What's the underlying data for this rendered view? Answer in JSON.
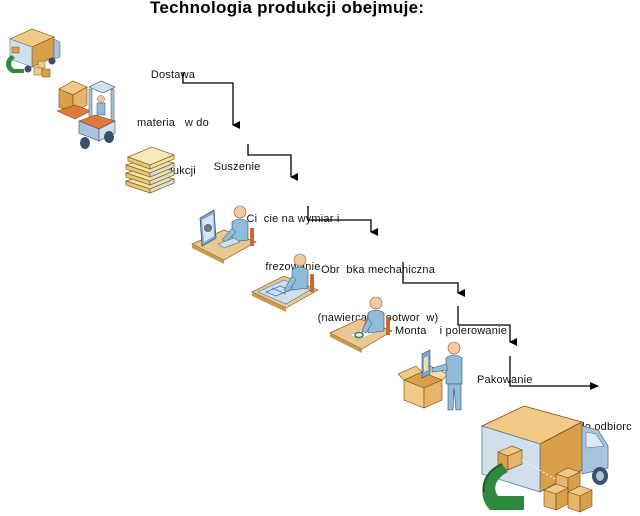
{
  "title": "Technologia produkcji obejmuje:",
  "steps": [
    {
      "lines": [
        "Dostawa",
        "materia   w do",
        "produkcji"
      ],
      "icon": "delivery-truck-icon"
    },
    {
      "lines": [
        "Suszenie"
      ],
      "icon": "forklift-icon"
    },
    {
      "lines": [
        "Ci  cie na wymiar i",
        "frezowanie"
      ],
      "icon": "stacked-boards-icon"
    },
    {
      "lines": [
        "Obr  bka mechaniczna",
        "(nawiercanie ootwor  w)"
      ],
      "icon": "computer-worker-icon"
    },
    {
      "lines": [
        "Monta    i polerowanie"
      ],
      "icon": "drafting-worker-icon"
    },
    {
      "lines": [
        "Pakowanie"
      ],
      "icon": "writing-worker-icon"
    },
    {
      "lines": [
        "Dostawa do odbiorc"
      ],
      "icon": "packing-worker-icon"
    }
  ],
  "final_icon": "delivery-truck-large-icon",
  "colors": {
    "cardboard": "#d9a04a",
    "cardboard_light": "#f0c987",
    "truck_blue": "#a8c4dc",
    "person_blue": "#8fbcd8",
    "skin": "#f4c8a0",
    "arrow_green": "#2e8b3e",
    "desk": "#e8c890",
    "line": "#000000"
  }
}
